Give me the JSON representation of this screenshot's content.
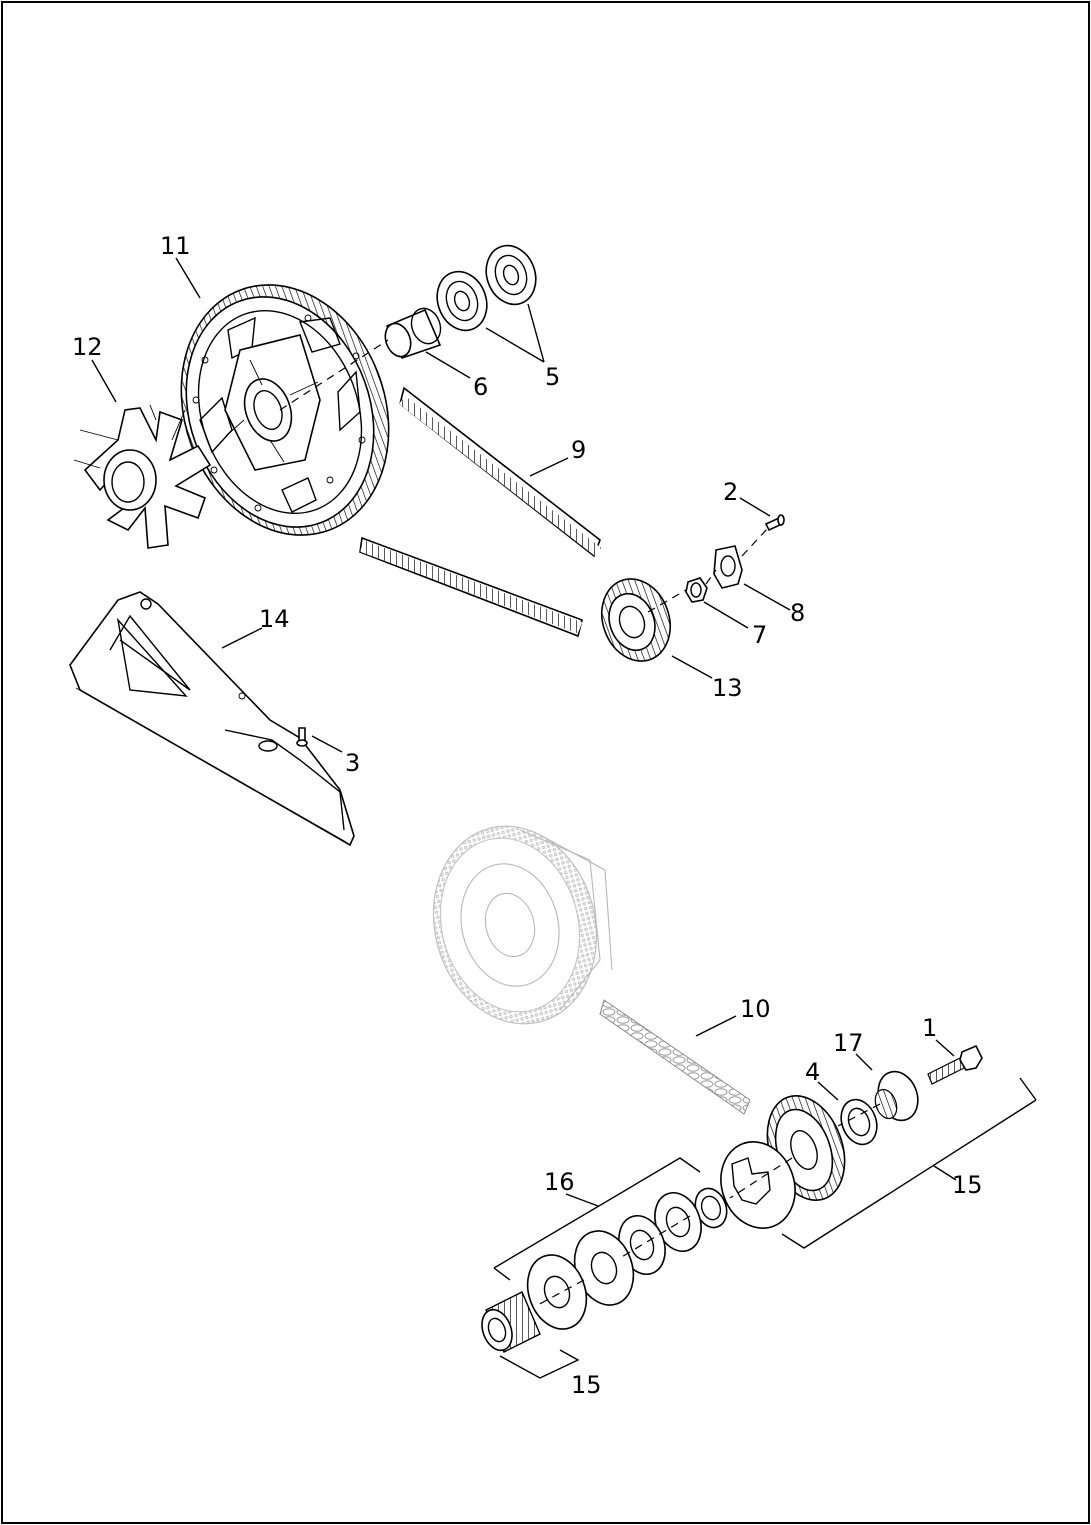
{
  "diagram": {
    "callouts": [
      "11",
      "12",
      "6",
      "5",
      "9",
      "2",
      "8",
      "7",
      "13",
      "14",
      "3",
      "10",
      "17",
      "1",
      "4",
      "16",
      "15",
      "15"
    ]
  }
}
